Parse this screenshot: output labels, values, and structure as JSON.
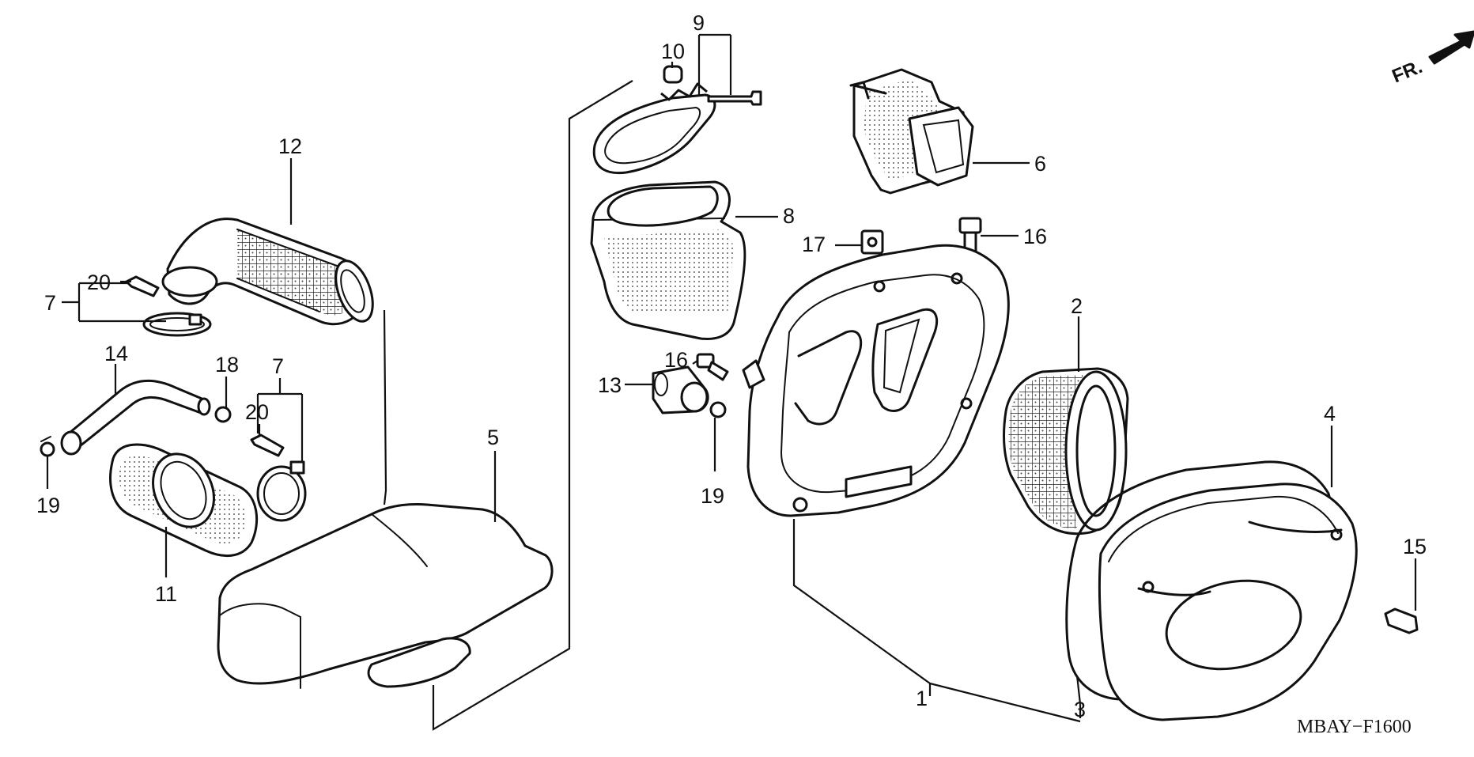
{
  "diagram": {
    "drawing_code": "MBAY−F1600",
    "direction_label": "FR.",
    "callouts": {
      "c1": "1",
      "c2": "2",
      "c3": "3",
      "c4": "4",
      "c5": "5",
      "c6": "6",
      "c7a": "7",
      "c7b": "7",
      "c8": "8",
      "c9": "9",
      "c10": "10",
      "c11": "11",
      "c12": "12",
      "c13": "13",
      "c14": "14",
      "c15": "15",
      "c16a": "16",
      "c16b": "16",
      "c17": "17",
      "c18": "18",
      "c19a": "19",
      "c19b": "19",
      "c20a": "20",
      "c20b": "20"
    }
  }
}
